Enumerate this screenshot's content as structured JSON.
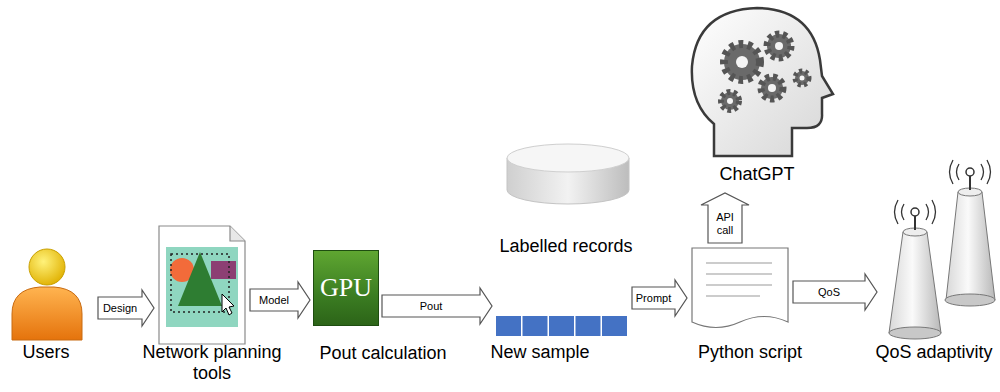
{
  "diagram": {
    "nodes": [
      {
        "text": [
          "Users"
        ]
      },
      {
        "text": [
          "Network planning tools"
        ]
      },
      {
        "text": [
          "GPU",
          "Pout calculation"
        ]
      },
      {
        "text": [
          "Labelled records"
        ]
      },
      {
        "text": [
          "New sample"
        ]
      },
      {
        "text": [
          "Python script"
        ]
      },
      {
        "text": [
          "ChatGPT"
        ]
      },
      {
        "text": [
          "QoS adaptivity"
        ]
      }
    ],
    "edges": [
      {
        "from": 0,
        "to": 1,
        "label": "Design",
        "arrow": "to"
      },
      {
        "from": 1,
        "to": 2,
        "label": "Model",
        "arrow": "to"
      },
      {
        "from": 2,
        "to": 4,
        "label": "Pout",
        "arrow": "to"
      },
      {
        "from": 4,
        "to": 5,
        "label": "Prompt",
        "arrow": "to"
      },
      {
        "from": 5,
        "to": 6,
        "label": "API call",
        "arrow": "to"
      },
      {
        "from": 5,
        "to": 7,
        "label": "QoS",
        "arrow": "to"
      }
    ]
  }
}
